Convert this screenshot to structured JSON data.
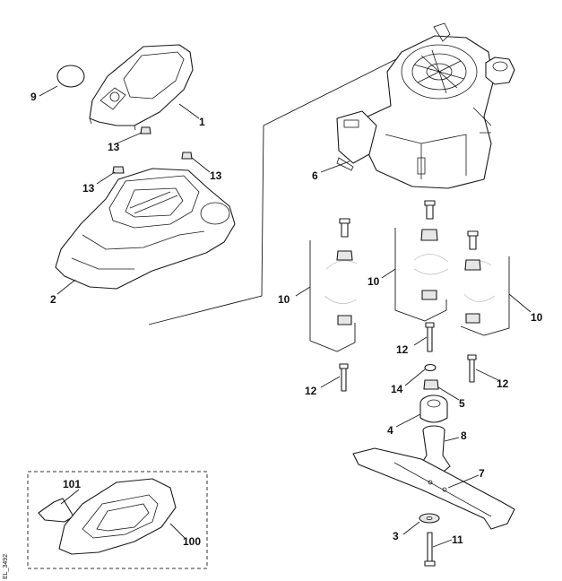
{
  "callouts": {
    "c1": "1",
    "c2": "2",
    "c3": "3",
    "c4": "4",
    "c5": "5",
    "c6": "6",
    "c7": "7",
    "c8": "8",
    "c9": "9",
    "c10a": "10",
    "c10b": "10",
    "c10c": "10",
    "c11": "11",
    "c12a": "12",
    "c12b": "12",
    "c12c": "12",
    "c13a": "13",
    "c13b": "13",
    "c13c": "13",
    "c14": "14",
    "c100": "100",
    "c101": "101"
  },
  "reference_code": "EL_3492"
}
